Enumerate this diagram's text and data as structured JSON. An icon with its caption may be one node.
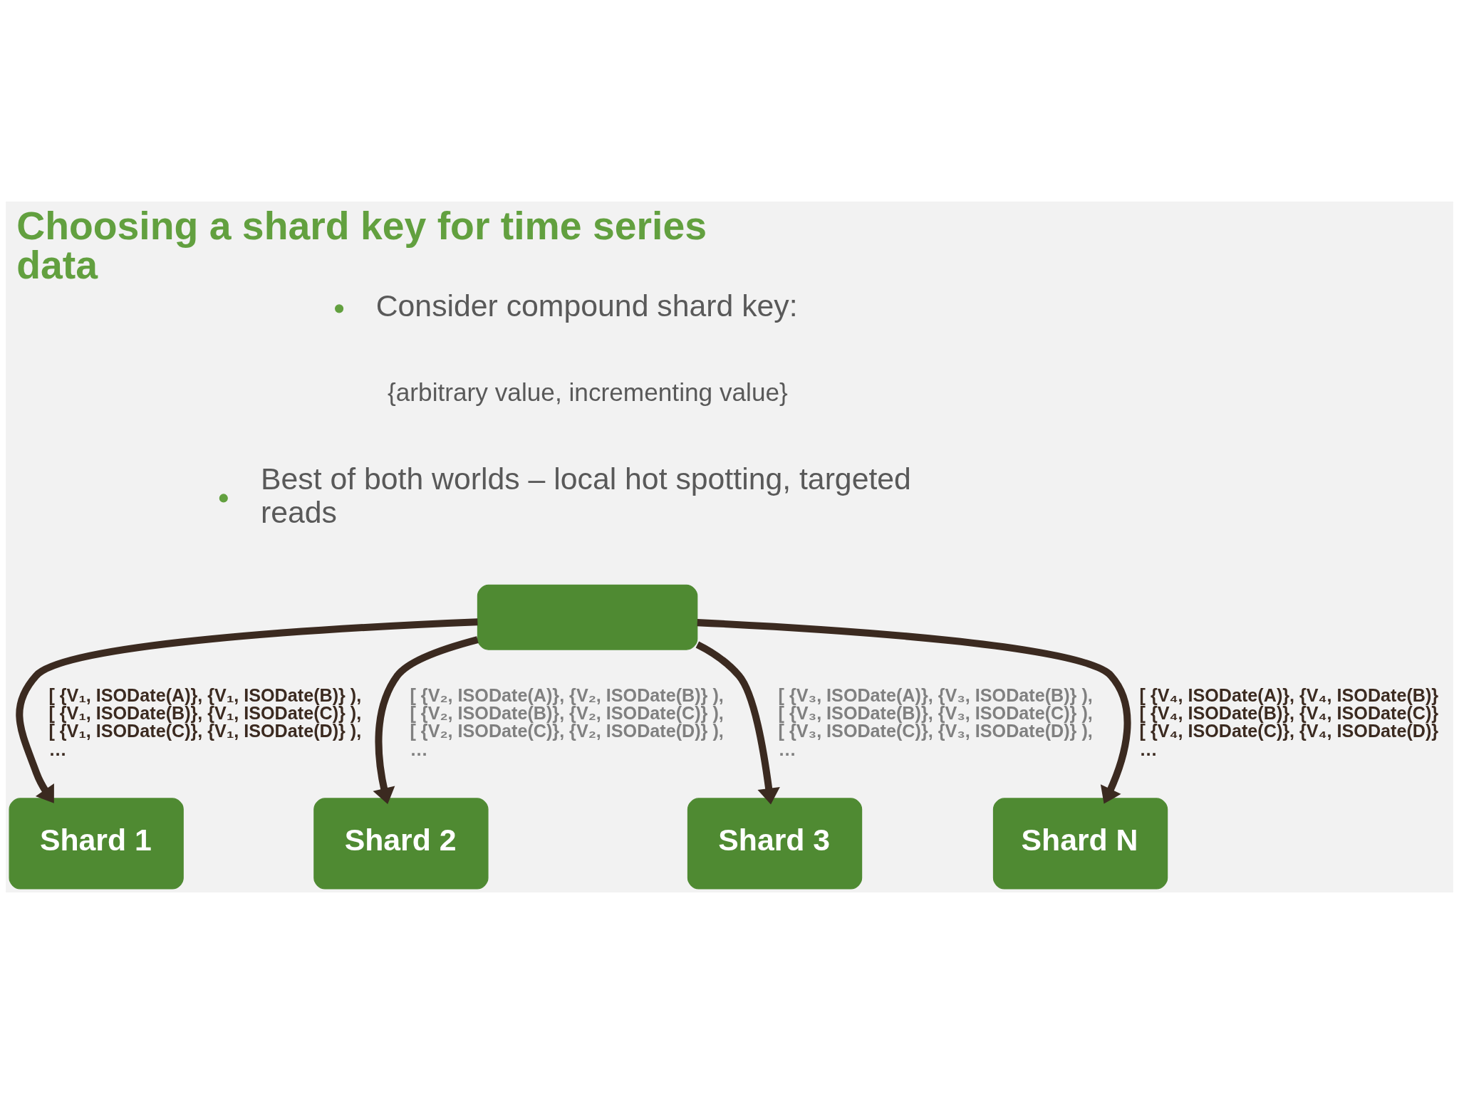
{
  "diagram": {
    "title": "Choosing a shard key for time series data",
    "nodes": [
      {
        "text": [],
        "shape": "box"
      },
      {
        "text": [
          "Shard 1"
        ]
      },
      {
        "text": [
          "Shard 2"
        ]
      },
      {
        "text": [
          "Shard 3"
        ]
      },
      {
        "text": [
          "Shard N"
        ]
      }
    ],
    "edges": [
      {
        "from": 0,
        "to": 1,
        "arrow": "to",
        "label": "[ {V₁, ISODate(A)}, {V₁, ISODate(B)} ), [ {V₁, ISODate(B)}, {V₁, ISODate(C)} ), [ {V₁, ISODate(C)}, {V₁, ISODate(D)} ), …"
      },
      {
        "from": 0,
        "to": 2,
        "arrow": "to",
        "label": "[ {V₂, ISODate(A)}, {V₂, ISODate(B)} ), [ {V₂, ISODate(B)}, {V₂, ISODate(C)} ), [ {V₂, ISODate(C)}, {V₂, ISODate(D)} ), …"
      },
      {
        "from": 0,
        "to": 3,
        "arrow": "to",
        "label": "[ {V₃, ISODate(A)}, {V₃, ISODate(B)} ), [ {V₃, ISODate(B)}, {V₃, ISODate(C)} ), [ {V₃, ISODate(C)}, {V₃, ISODate(D)} ), …"
      },
      {
        "from": 0,
        "to": 4,
        "arrow": "to",
        "label": "[ {V₄, ISODate(A)}, {V₄, ISODate(B)} [ {V₄, ISODate(B)}, {V₄, ISODate(C)} [ {V₄, ISODate(C)}, {V₄, ISODate(D)} …"
      }
    ],
    "labels": [
      "Consider compound shard key:",
      "{arbitrary value, incrementing value}",
      "Best of both worlds – local hot spotting, targeted reads"
    ]
  }
}
